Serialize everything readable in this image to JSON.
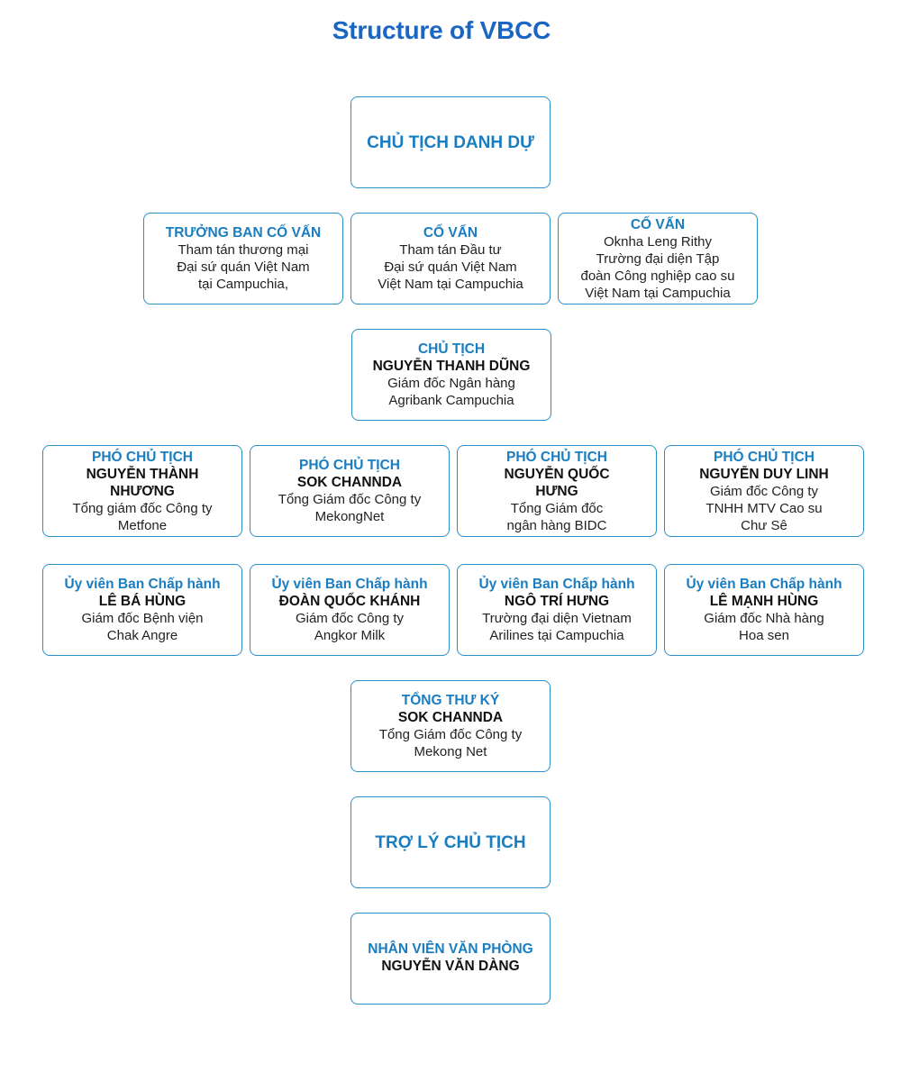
{
  "title": "Structure of VBCC",
  "colors": {
    "accent": "#1a66c2",
    "role_text": "#1a7dc0",
    "border": "#2b8fca"
  },
  "honorary_chairman": {
    "role": "CHỦ TỊCH DANH DỰ"
  },
  "advisors": [
    {
      "role": "TRƯỞNG BAN CỐ VẤN",
      "desc": [
        "Tham tán thương mại",
        "Đại sứ quán Việt Nam",
        "tại Campuchia,"
      ]
    },
    {
      "role": "CỐ VẤN",
      "desc": [
        "Tham tán Đầu tư",
        "Đại sứ quán Việt Nam",
        "Việt Nam tại Campuchia"
      ]
    },
    {
      "role": "CỐ VẤN",
      "desc": [
        "Oknha Leng Rithy",
        "Trường đại diện Tập",
        "đoàn Công nghiệp cao su",
        "Việt Nam tại  Campuchia"
      ]
    }
  ],
  "chairman": {
    "role": "CHỦ TỊCH",
    "name": "NGUYỄN THANH DŨNG",
    "desc": [
      "Giám đốc Ngân hàng",
      "Agribank Campuchia"
    ]
  },
  "vice_chairmen": [
    {
      "role": "PHÓ CHỦ TỊCH",
      "name": [
        "NGUYỄN THÀNH",
        "NHƯƠNG"
      ],
      "desc": [
        "Tổng giám đốc Công ty",
        "Metfone"
      ]
    },
    {
      "role": "PHÓ CHỦ TỊCH",
      "name": [
        "SOK CHANNDA"
      ],
      "desc": [
        "Tổng Giám đốc Công ty",
        "MekongNet"
      ]
    },
    {
      "role": "PHÓ CHỦ TỊCH",
      "name": [
        "NGUYỄN QUỐC",
        "HƯNG"
      ],
      "desc": [
        "Tổng Giám đốc",
        "ngân hàng BIDC"
      ]
    },
    {
      "role": "PHÓ CHỦ TỊCH",
      "name": [
        "NGUYỄN DUY LINH"
      ],
      "desc": [
        "Giám đốc Công ty",
        "TNHH MTV Cao su",
        "Chư Sê"
      ]
    }
  ],
  "executive_members": [
    {
      "role": "Ủy viên Ban Chấp hành",
      "name": "LÊ BÁ HÙNG",
      "desc": [
        "Giám đốc Bệnh viện",
        "Chak Angre"
      ]
    },
    {
      "role": "Ủy viên Ban Chấp hành",
      "name": "ĐOÀN QUỐC KHÁNH",
      "desc": [
        "Giám đốc Công ty",
        "Angkor Milk"
      ]
    },
    {
      "role": "Ủy viên Ban Chấp hành",
      "name": "NGÔ TRÍ HƯNG",
      "desc": [
        "Trường đại diện Vietnam",
        "Arilines tại Campuchia"
      ]
    },
    {
      "role": "Ủy viên Ban Chấp hành",
      "name": "LÊ MẠNH HÙNG",
      "desc": [
        "Giám đốc Nhà hàng",
        "Hoa sen"
      ]
    }
  ],
  "secretary_general": {
    "role": "TỔNG THƯ KÝ",
    "name": "SOK CHANNDA",
    "desc": [
      "Tổng Giám đốc Công ty",
      "Mekong Net"
    ]
  },
  "chairman_assistant": {
    "role": "TRỢ LÝ CHỦ TỊCH"
  },
  "office_staff": {
    "role": "NHÂN VIÊN VĂN PHÒNG",
    "name": "NGUYỄN VĂN DÀNG"
  }
}
